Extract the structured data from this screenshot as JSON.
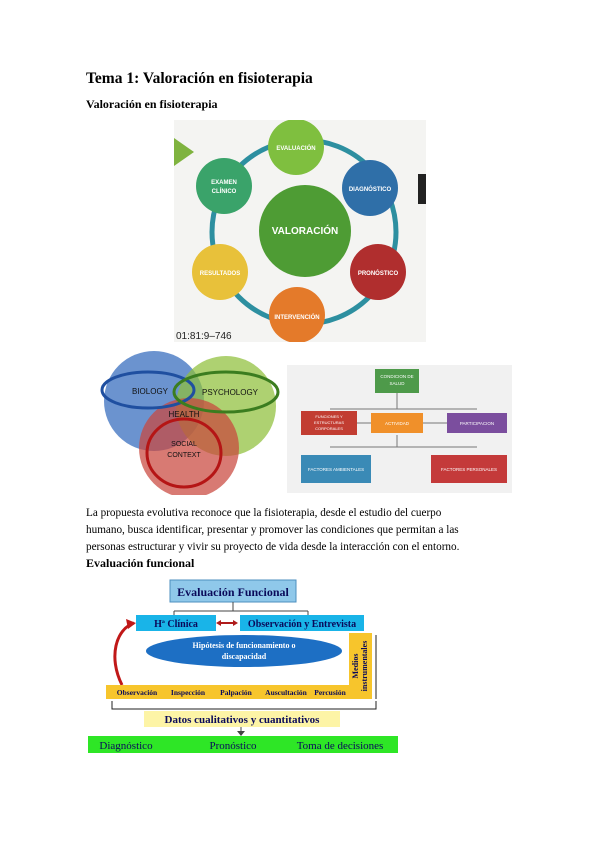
{
  "heading": "Tema 1: Valoración en fisioterapia",
  "subheading": "Valoración en fisioterapia",
  "cycle": {
    "center": "VALORACIÓN",
    "items": [
      "EVALUACIÓN",
      "DIAGNÓSTICO",
      "PRONÓSTICO",
      "INTERVENCIÓN",
      "RESULTADOS",
      "EXAMEN",
      "CLÍNICO"
    ],
    "citation": "01:81:9–746",
    "colors": {
      "evaluacion": "#7fbf3f",
      "diagnostico": "#2f6fa8",
      "pronostico": "#b02e2e",
      "intervencion": "#e47a2a",
      "resultados": "#e8c13a",
      "examen": "#3aa36a",
      "center": "#4e9c34"
    }
  },
  "venn": {
    "biology": "BIOLOGY",
    "psychology": "PSYCHOLOGY",
    "health": "HEALTH",
    "social": "SOCIAL",
    "context": "CONTEXT"
  },
  "icf": {
    "condicion": [
      "CONDICION DE",
      "SALUD"
    ],
    "funciones": [
      "FUNCIONES Y",
      "ESTRUCTURAS",
      "CORPORALES"
    ],
    "actividad": "ACTIVIDAD",
    "participacion": "PARTICIPACION",
    "ambientales": "FACTORES AMBIENTALES",
    "personales": "FACTORES PERSONALES"
  },
  "paragraph": [
    "La propuesta evolutiva reconoce que la fisioterapia, desde el estudio del cuerpo",
    "humano, busca identificar, presentar y promover las condiciones que permitan a las",
    "personas estructurar y vivir su proyecto de vida desde la interacción con el entorno."
  ],
  "subheading2": "Evaluación funcional",
  "funcional": {
    "title": "Evaluación Funcional",
    "clinica": "Hª Clínica",
    "observacion": "Observación y Entrevista",
    "hipotesis1": "Hipótesis de funcionamiento o",
    "hipotesis2": "discapacidad",
    "medios1": "Medios",
    "medios2": "instrumentales",
    "methods": [
      "Observación",
      "Inspección",
      "Palpación",
      "Auscultación",
      "Percusión"
    ],
    "datos": "Datos cualitativos y cuantitativos",
    "outcomes": [
      "Diagnóstico",
      "Pronóstico",
      "Toma de decisiones"
    ]
  }
}
